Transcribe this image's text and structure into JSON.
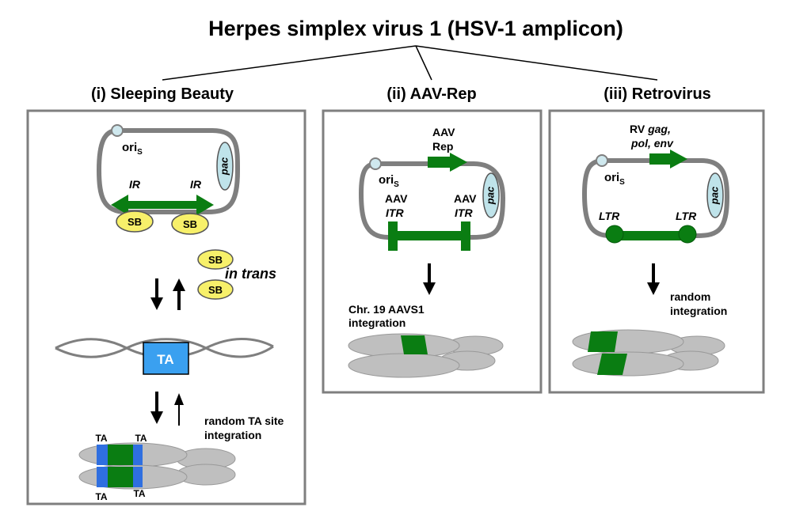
{
  "title": "Herpes simplex virus 1 (HSV-1 amplicon)",
  "panels": {
    "sb": {
      "heading": "(i) Sleeping Beauty",
      "ori": "ori",
      "ori_sub": "S",
      "pac": "pac",
      "ir_left": "IR",
      "ir_right": "IR",
      "sb_label": "SB",
      "in_trans": "in trans",
      "ta_box": "TA",
      "ta_mark": "TA",
      "integration_line1": "random TA site",
      "integration_line2": "integration"
    },
    "aav": {
      "heading": "(ii) AAV-Rep",
      "ori": "ori",
      "ori_sub": "S",
      "pac": "pac",
      "gene_line1": "AAV",
      "gene_line2": "Rep",
      "itr_top": "AAV",
      "itr_bottom": "ITR",
      "integration_line1": "Chr. 19 AAVS1",
      "integration_line2": "integration"
    },
    "rv": {
      "heading": "(iii) Retrovirus",
      "ori": "ori",
      "ori_sub": "S",
      "pac": "pac",
      "gene_prefix": "RV ",
      "gene_italic1": "gag,",
      "gene_line2": "pol, env",
      "ltr": "LTR",
      "integration_line1": "random",
      "integration_line2": "integration"
    }
  },
  "colors": {
    "green": "#0a7d12",
    "dark_green": "#055a0c",
    "gray": "#7f7f7f",
    "chromosome": "#bfbfbf",
    "blue": "#2f6fe0",
    "ta_box": "#3aa0f0",
    "sb_yellow": "#f7f06a",
    "pac_blue": "#bfe3ea",
    "ori_blue": "#cfe8ee"
  }
}
